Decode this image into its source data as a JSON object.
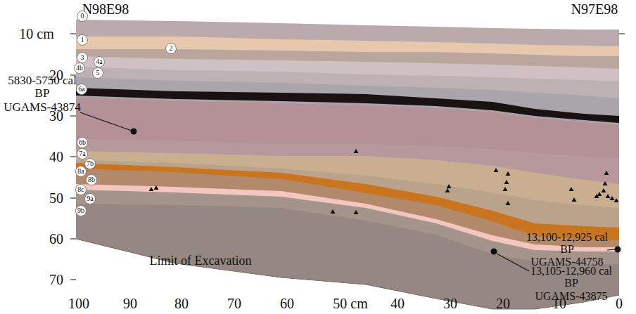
{
  "diagram": {
    "nodes": [
      {
        "text": [
          "0"
        ]
      },
      {
        "text": [
          "1"
        ]
      },
      {
        "text": [
          "2"
        ]
      },
      {
        "text": [
          "3"
        ]
      },
      {
        "text": [
          "4a"
        ]
      },
      {
        "text": [
          "4b"
        ]
      },
      {
        "text": [
          "5"
        ]
      },
      {
        "text": [
          "6a"
        ]
      },
      {
        "text": [
          "6b"
        ]
      },
      {
        "text": [
          "7a"
        ]
      },
      {
        "text": [
          "7b"
        ]
      },
      {
        "text": [
          "8a"
        ]
      },
      {
        "text": [
          "8b"
        ]
      },
      {
        "text": [
          "8c"
        ]
      },
      {
        "text": [
          "9a"
        ]
      },
      {
        "text": [
          "9b"
        ]
      }
    ],
    "labels": [
      "N98E98",
      "N97E98",
      "10 cm",
      "20",
      "30",
      "40",
      "50",
      "60",
      "70",
      "5830-5750 cal BP",
      "UGAMS-43874",
      "13,100-12,925 cal BP",
      "UGAMS-44758",
      "13,105-12,960 cal BP",
      "UGAMS-43875",
      "Limit of Excavation",
      "100",
      "90",
      "80",
      "70",
      "60",
      "50 cm",
      "40",
      "30",
      "20",
      "10",
      "0"
    ]
  }
}
